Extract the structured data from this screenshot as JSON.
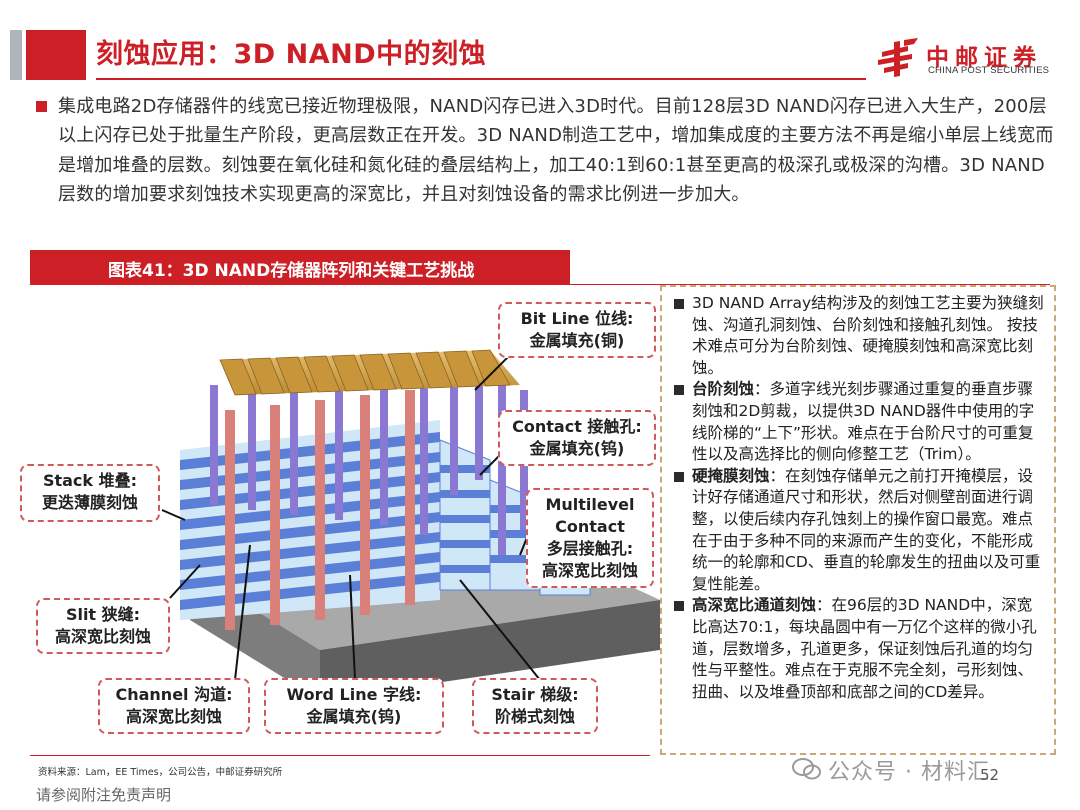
{
  "header": {
    "title": "刻蚀应用：3D NAND中的刻蚀",
    "logo_cn": "中邮证券",
    "logo_en": "CHINA POST SECURITIES"
  },
  "intro": {
    "text": "集成电路2D存储器件的线宽已接近物理极限，NAND闪存已进入3D时代。目前128层3D NAND闪存已进入大生产，200层以上闪存已处于批量生产阶段，更高层数正在开发。3D NAND制造工艺中，增加集成度的主要方法不再是缩小单层上线宽而是增加堆叠的层数。刻蚀要在氧化硅和氮化硅的叠层结构上，加工40:1到60:1甚至更高的极深孔或极深的沟槽。3D NAND层数的增加要求刻蚀技术实现更高的深宽比，并且对刻蚀设备的需求比例进一步加大。"
  },
  "figure": {
    "title": "图表41：3D NAND存储器阵列和关键工艺挑战",
    "labels": {
      "bitline_1": "Bit Line 位线:",
      "bitline_2": "金属填充(铜)",
      "contact_1": "Contact 接触孔:",
      "contact_2": "金属填充(钨)",
      "stack_1": "Stack 堆叠:",
      "stack_2": "更迭薄膜刻蚀",
      "multilevel_1": "Multilevel",
      "multilevel_2": "Contact",
      "multilevel_3": "多层接触孔:",
      "multilevel_4": "高深宽比刻蚀",
      "slit_1": "Slit 狭缝:",
      "slit_2": "高深宽比刻蚀",
      "channel_1": "Channel 沟道:",
      "channel_2": "高深宽比刻蚀",
      "wordline_1": "Word Line 字线:",
      "wordline_2": "金属填充(钨)",
      "stair_1": "Stair 梯级:",
      "stair_2": "阶梯式刻蚀"
    },
    "colors": {
      "accent_red": "#cc1f26",
      "layer_blue": "#5b7fd6",
      "layer_light": "#cfe7f7",
      "pillar_pink": "#d9807a",
      "contact_purple": "#8a78d2",
      "bitline_gold": "#d9a94a",
      "substrate_gray": "#8c8c8c"
    }
  },
  "side_panel": {
    "items": [
      {
        "bold": "",
        "text": "3D NAND Array结构涉及的刻蚀工艺主要为狭缝刻蚀、沟道孔洞刻蚀、台阶刻蚀和接触孔刻蚀。 按技术难点可分为台阶刻蚀、硬掩膜刻蚀和高深宽比刻蚀。"
      },
      {
        "bold": "台阶刻蚀",
        "text": "：多道字线光刻步骤通过重复的垂直步骤刻蚀和2D剪裁，以提供3D NAND器件中使用的字线阶梯的“上下”形状。难点在于台阶尺寸的可重复性以及高选择比的侧向修整工艺（Trim）。"
      },
      {
        "bold": "硬掩膜刻蚀",
        "text": "：在刻蚀存储单元之前打开掩模层，设计好存储通道尺寸和形状，然后对侧壁剖面进行调整，以使后续内存孔蚀刻上的操作窗口最宽。难点在于由于多种不同的来源而产生的变化，不能形成统一的轮廓和CD、垂直的轮廓发生的扭曲以及可重复性能差。"
      },
      {
        "bold": "高深宽比通道刻蚀",
        "text": "：在96层的3D NAND中，深宽比高达70:1，每块晶圆中有一万亿个这样的微小孔道，层数增多，孔道更多，保证刻蚀后孔道的均匀性与平整性。难点在于克服不完全刻，弓形刻蚀、扭曲、以及堆叠顶部和底部之间的CD差异。"
      }
    ]
  },
  "footer": {
    "source": "资料来源：Lam，EE Times，公司公告，中邮证券研究所",
    "disclaimer": "请参阅附注免责声明",
    "watermark": "公众号 · 材料汇",
    "page": "52"
  }
}
